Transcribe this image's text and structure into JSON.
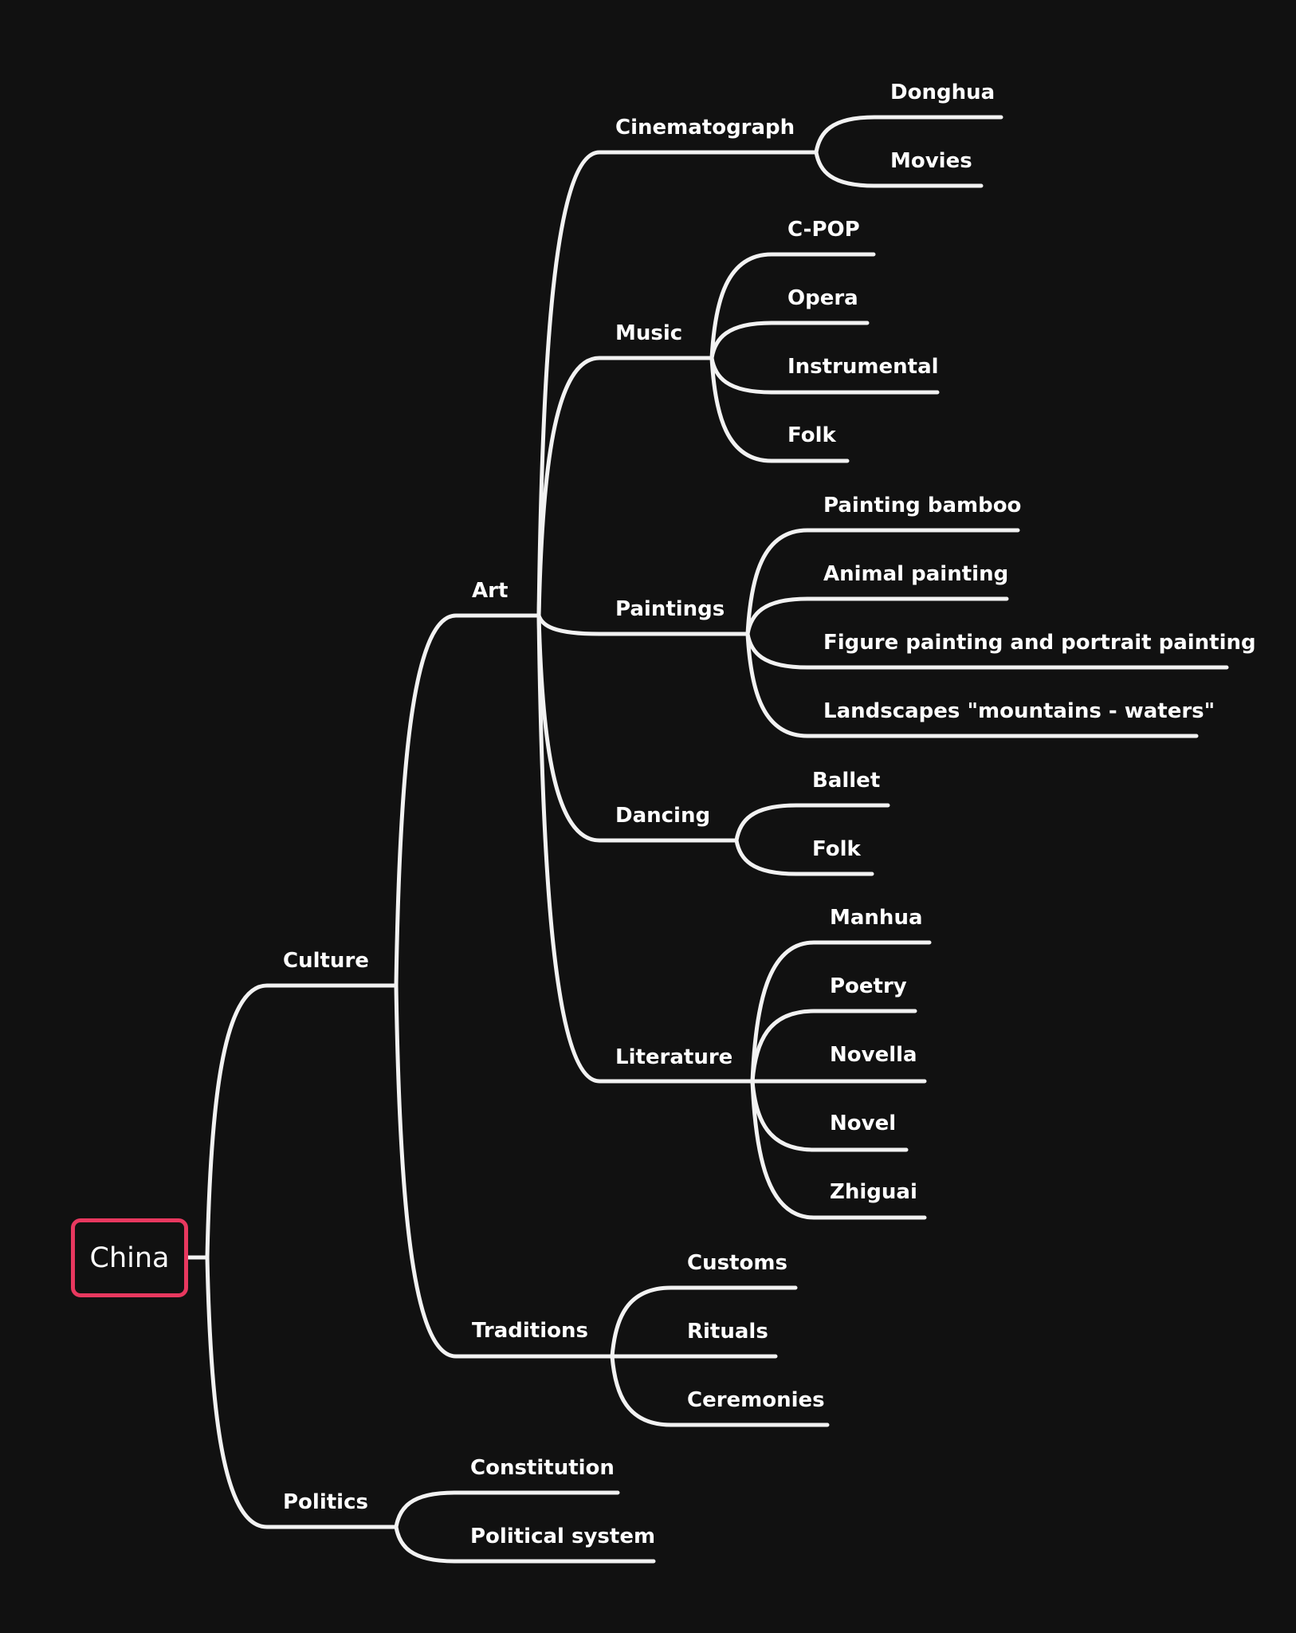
{
  "colors": {
    "background": "#111111",
    "line": "#f2f2f2",
    "text": "#ffffff",
    "root_border": "#e8385f"
  },
  "root": {
    "label": "China"
  },
  "culture": {
    "label": "Culture",
    "art": {
      "label": "Art",
      "cinematograph": {
        "label": "Cinematograph",
        "items": [
          "Donghua",
          "Movies"
        ]
      },
      "music": {
        "label": "Music",
        "items": [
          "C-POP",
          "Opera",
          "Instrumental",
          "Folk"
        ]
      },
      "paintings": {
        "label": "Paintings",
        "items": [
          "Painting bamboo",
          "Animal painting",
          "Figure painting and portrait painting",
          "Landscapes \"mountains - waters\""
        ]
      },
      "dancing": {
        "label": "Dancing",
        "items": [
          "Ballet",
          "Folk"
        ]
      },
      "literature": {
        "label": "Literature",
        "items": [
          "Manhua",
          "Poetry",
          "Novella",
          "Novel",
          "Zhiguai"
        ]
      }
    },
    "traditions": {
      "label": "Traditions",
      "items": [
        "Customs",
        "Rituals",
        "Ceremonies"
      ]
    }
  },
  "politics": {
    "label": "Politics",
    "items": [
      "Constitution",
      "Political system"
    ]
  }
}
